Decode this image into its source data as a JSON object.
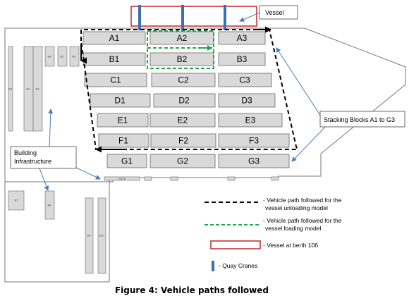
{
  "diagram": {
    "vessel_label": "Vessel",
    "stacking_label": "Stacking Blocks A1 to G3",
    "building_label_line1": "Building",
    "building_label_line2": "Infrastructure",
    "blocks": {
      "a1": "A1",
      "a2": "A2",
      "a3": "A3",
      "b1": "B1",
      "b2": "B2",
      "b3": "B3",
      "c1": "C1",
      "c2": "C2",
      "c3": "C3",
      "d1": "D1",
      "d2": "D2",
      "d3": "D3",
      "e1": "E1",
      "e2": "E2",
      "e3": "E3",
      "f1": "F1",
      "f2": "F2",
      "f3": "F3",
      "g1": "G1",
      "g2": "G2",
      "g3": "G3"
    },
    "building_tags": {
      "b1": "B1",
      "b2": "B2",
      "b3": "B3",
      "b4": "B4",
      "b5": "B5",
      "b6": "B6",
      "b7": "B7",
      "b8": "B8",
      "b9": "B9",
      "b10": "B10"
    },
    "gate_label": "GATE"
  },
  "legend": {
    "unloading_line1": "- Vehicle path followed for the",
    "unloading_line2": "vessel unloading model",
    "loading_line1": "- Vehicle path followed for the",
    "loading_line2": "vessel loading model",
    "vessel": "- Vessel at berth 106",
    "cranes": "- Quay Cranes"
  },
  "caption": "Figure 4: Vehicle paths followed",
  "colors": {
    "unloading_path": "#000000",
    "loading_path": "#22a84a",
    "vessel": "#c0262c",
    "crane": "#3d6fb5",
    "block_fill": "#d9d9d9",
    "arrow": "#4a7ebb"
  }
}
